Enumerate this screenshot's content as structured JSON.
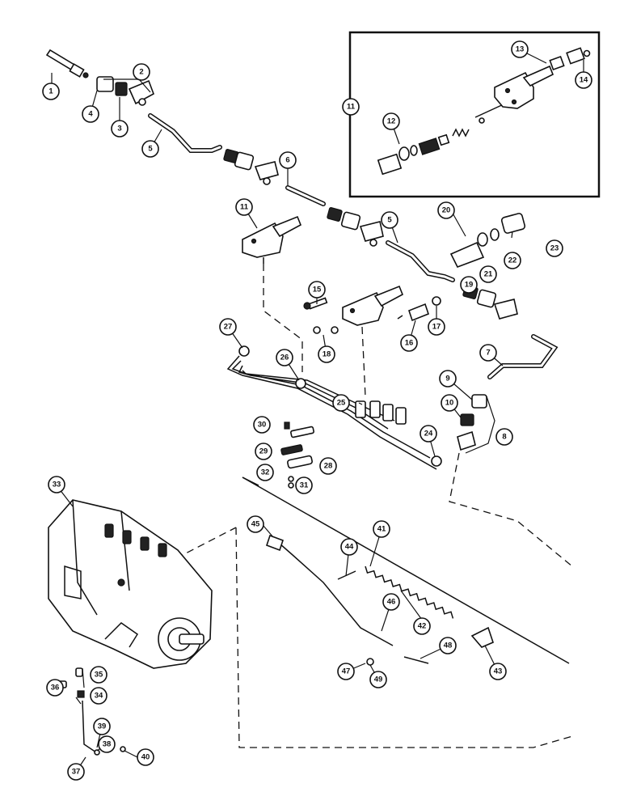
{
  "callouts": [
    {
      "label": "1"
    },
    {
      "label": "2"
    },
    {
      "label": "3"
    },
    {
      "label": "4"
    },
    {
      "label": "5"
    },
    {
      "label": "6"
    },
    {
      "label": "11"
    },
    {
      "label": "11"
    },
    {
      "label": "12"
    },
    {
      "label": "13"
    },
    {
      "label": "14"
    },
    {
      "label": "5"
    },
    {
      "label": "20"
    },
    {
      "label": "23"
    },
    {
      "label": "22"
    },
    {
      "label": "21"
    },
    {
      "label": "19"
    },
    {
      "label": "15"
    },
    {
      "label": "17"
    },
    {
      "label": "16"
    },
    {
      "label": "18"
    },
    {
      "label": "27"
    },
    {
      "label": "26"
    },
    {
      "label": "7"
    },
    {
      "label": "9"
    },
    {
      "label": "10"
    },
    {
      "label": "8"
    },
    {
      "label": "25"
    },
    {
      "label": "30"
    },
    {
      "label": "29"
    },
    {
      "label": "28"
    },
    {
      "label": "24"
    },
    {
      "label": "32"
    },
    {
      "label": "31"
    },
    {
      "label": "33"
    },
    {
      "label": "41"
    },
    {
      "label": "45"
    },
    {
      "label": "44"
    },
    {
      "label": "42"
    },
    {
      "label": "46"
    },
    {
      "label": "43"
    },
    {
      "label": "47"
    },
    {
      "label": "48"
    },
    {
      "label": "49"
    },
    {
      "label": "35"
    },
    {
      "label": "36"
    },
    {
      "label": "34"
    },
    {
      "label": "39"
    },
    {
      "label": "38"
    },
    {
      "label": "37"
    },
    {
      "label": "40"
    }
  ]
}
